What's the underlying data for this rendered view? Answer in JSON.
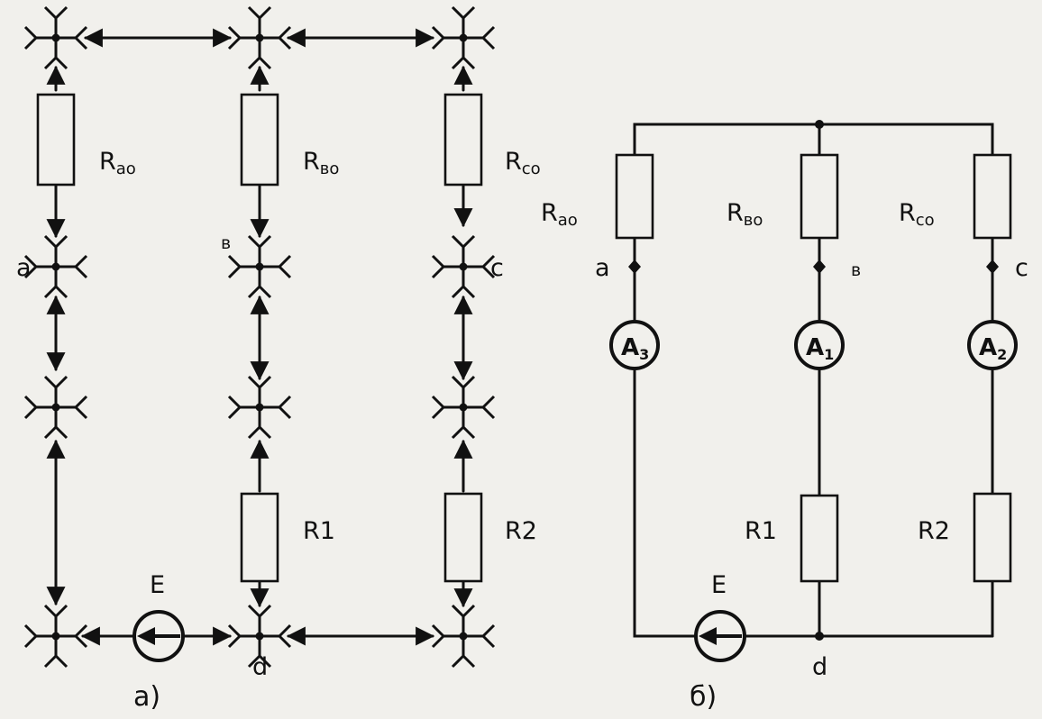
{
  "diagram_a": {
    "caption": "а)",
    "resistors": {
      "rao": {
        "main": "R",
        "sub": "ао"
      },
      "rbo": {
        "main": "R",
        "sub": "во"
      },
      "rco": {
        "main": "R",
        "sub": "со"
      },
      "r1": "R1",
      "r2": "R2"
    },
    "nodes": {
      "a": "a",
      "b": "в",
      "c": "c",
      "d": "d"
    },
    "source": "E"
  },
  "diagram_b": {
    "caption": "б)",
    "resistors": {
      "rao": {
        "main": "R",
        "sub": "ао"
      },
      "rbo": {
        "main": "R",
        "sub": "во"
      },
      "rco": {
        "main": "R",
        "sub": "со"
      },
      "r1": "R1",
      "r2": "R2"
    },
    "nodes": {
      "a": "a",
      "b": "в",
      "c": "c",
      "d": "d"
    },
    "source": "E",
    "ammeters": [
      {
        "main": "A",
        "sub": "3"
      },
      {
        "main": "A",
        "sub": "1"
      },
      {
        "main": "A",
        "sub": "2"
      }
    ]
  },
  "colors": {
    "ink": "#111111",
    "paper": "#f1f0ec"
  }
}
